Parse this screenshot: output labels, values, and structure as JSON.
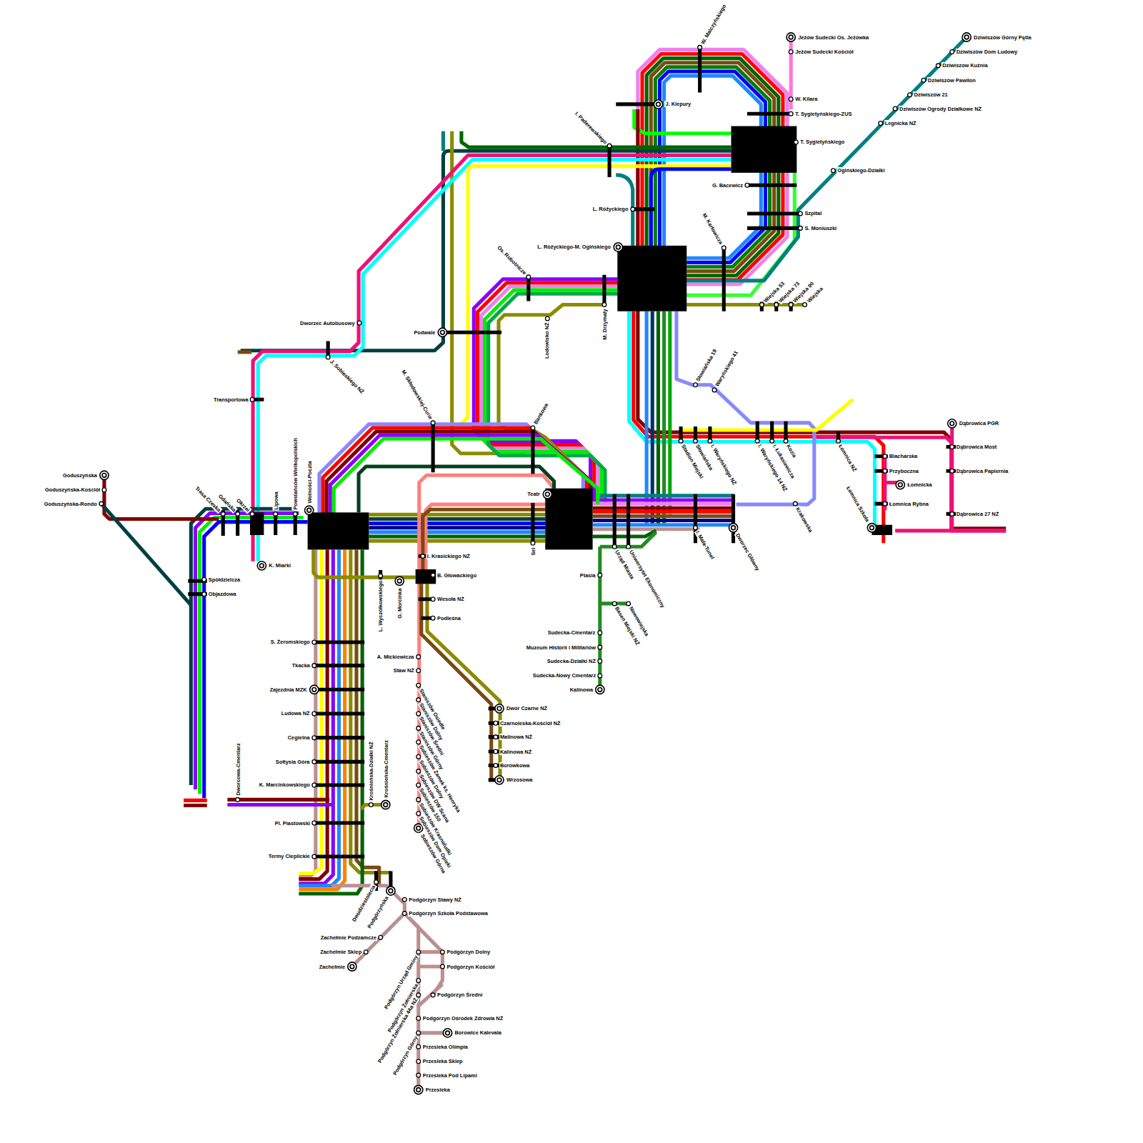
{
  "diagram": {
    "labels": [
      "Jeżów Sudecki Os. Jeżówka",
      "Jeżów Sudecki Kościół",
      "W. Kilara",
      "T. Sygietyńskiego-ZUS",
      "T. Sygietyńskiego",
      "G. Bacewicz",
      "Szpital",
      "S. Moniuszki",
      "W. Malczyńskiego",
      "J. Kiepury",
      "I. Paderewskiego",
      "L. Różyckiego",
      "L. Różyckiego-M. Ogińskiego",
      "M. Karłowicza",
      "Os. Robotnicze",
      "M. Drzymały",
      "Lodowisko NŻ",
      "Wiejska 53",
      "Wiejska 73",
      "Wiejska 90",
      "Wiejska",
      "Dziwiszów Górny Pętla",
      "Dziwiszów Dom Ludowy",
      "Dziwiszów Kuźnia",
      "Dziwiszów Pawilon",
      "Dziwiszów 21",
      "Dziwiszów Ogrody Działkowe NŻ",
      "Legnicka NŻ",
      "Ogińskiego-Działki",
      "Dworzec Autobusowy",
      "Podwale",
      "J. Sobieskiego NŻ",
      "Transportowa",
      "M. Skłodowskiej-Curie",
      "Bankowa",
      "Słowiańska 19",
      "Waryńskiego 41",
      "Stadion Miejski",
      "Słowiańska",
      "I. Waryńskiego NŻ",
      "I. Waryńskiego 14 NŻ",
      "I. Łukasiewicza",
      "Kozia",
      "Łomnica NŻ",
      "Dąbrowica PGR",
      "Dąbrowica Most",
      "Dąbrowica Papiernia",
      "Dąbrowica 27 NŻ",
      "Blacharska",
      "Przyboczna",
      "Łomnicka",
      "Łomnica Rybna",
      "Łomnica Szkoła",
      "Krakowska",
      "I. Mała-Tunel",
      "Dworzec Główny",
      "Teatr",
      "Sel",
      "Urząd Miasta",
      "Uniwersytet Ekonomiczny",
      "Ptasia",
      "Basen Miejski NŻ",
      "Nowowiejska",
      "Sudecka-Cmentarz",
      "Muzeum Historii i Militariów",
      "Sudecka-Działki NŻ",
      "Sudecka-Nowy Cmentarz",
      "Kalinowa",
      "Goduszyńska",
      "Goduszyńska-Kościół",
      "Goduszyńska-Rondo",
      "Trasa Czeska",
      "Gdańska",
      "Okrzei",
      "Lipowa",
      "Powstańców Wielkopolskich",
      "Wolności-Poczta",
      "K. Miarki",
      "Spółdzielcza",
      "Objazdowa",
      "I. Krasickiego NŻ",
      "B. Głowackiego",
      "Wesoła NŻ",
      "Podleśna",
      "L. Wyczółkowskiego",
      "G. Morcinka",
      "S. Żeromskiego",
      "Tkacka",
      "Zajezdnia MZK",
      "Ludowa NŻ",
      "Cegielna",
      "Sołtysia Góra",
      "K. Marcinkowskiego",
      "Pl. Piastowski",
      "Termy Cieplickie",
      "Dworcowa-Cmentarz",
      "Krośnieńska-Działki NŻ",
      "Krośnieńska-Cmentarz",
      "Dwudziestolecia",
      "Podgórzyńska",
      "A. Mickiewicza",
      "Staw NŻ",
      "Staniszów Osiedle",
      "Staniszów Dolny",
      "Staniszów Średni",
      "Staniszów Górny",
      "Sobieszów Zamek ks. Henryka",
      "Sobieszów Dolny",
      "Sobieszów DW Scana",
      "Sobieszów 150",
      "Sobieszów Krasnoludki",
      "Sobieszów Dom Opieki",
      "Sobieszów Górna",
      "Dwór Czarne NŻ",
      "Czarnoleska-Kościół NŻ",
      "Malinowa NŻ",
      "Kalinowa NŻ",
      "Borówkowa",
      "Wrzosowa",
      "Podgórzyn Stawy NŻ",
      "Podgórzyn Szkoła Podstawowa",
      "Zachełmie Podzamcze",
      "Zachełmie Sklep",
      "Zachełmie",
      "Podgórzyn Dolny",
      "Podgórzyn Kościół",
      "Podgórzyn Urząd Gminy",
      "Podgórzyn Żołnierska",
      "Podgórzyn Żołnierska 44a NŻ",
      "Podgórzyn Średni",
      "Podgórzyn Ośrodek Zdrowia NŻ",
      "Podgórzyn Górny",
      "Borowice Kalevala",
      "Przesieka Olimpia",
      "Przesieka Sklep",
      "Przesieka Pod Lipami",
      "Przesieka"
    ]
  }
}
